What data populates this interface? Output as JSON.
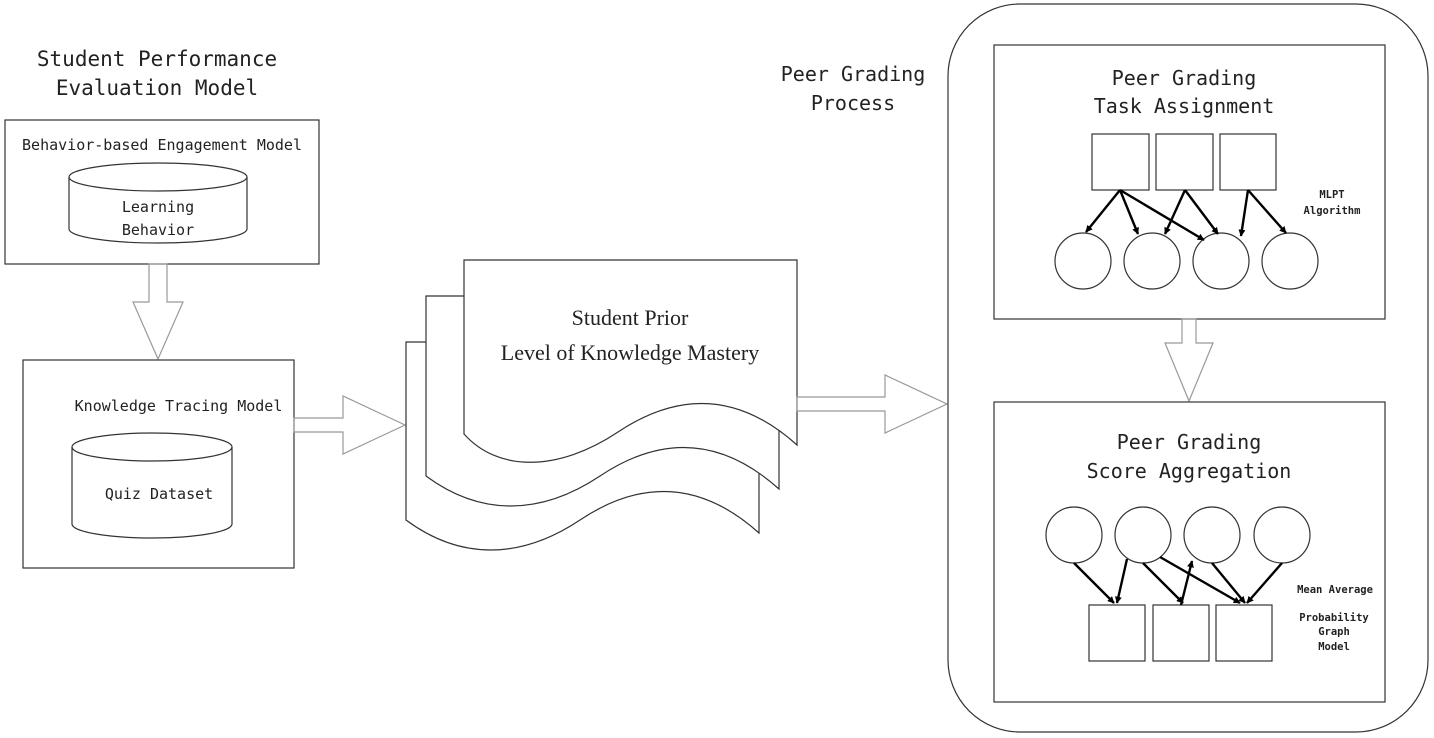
{
  "left": {
    "title_line1": "Student Performance",
    "title_line2": "Evaluation Model",
    "engagement_box_title": "Behavior-based Engagement Model",
    "learning_behavior_line1": "Learning",
    "learning_behavior_line2": "Behavior",
    "knowledge_box_title": "Knowledge Tracing Model",
    "quiz_dataset": "Quiz Dataset"
  },
  "middle": {
    "doc_line1": "Student Prior",
    "doc_line2": "Level of Knowledge Mastery"
  },
  "right": {
    "process_line1": "Peer Grading",
    "process_line2": "Process",
    "assign_title_line1": "Peer Grading",
    "assign_title_line2": "Task Assignment",
    "mlpt_line1": "MLPT",
    "mlpt_line2": "Algorithm",
    "agg_title_line1": "Peer Grading",
    "agg_title_line2": "Score Aggregation",
    "mean_average": "Mean Average",
    "pgm_line1": "Probability",
    "pgm_line2": "Graph",
    "pgm_line3": "Model"
  },
  "colors": {
    "stroke": "#222222",
    "hollow_arrow": "#999999",
    "background": "#ffffff"
  }
}
